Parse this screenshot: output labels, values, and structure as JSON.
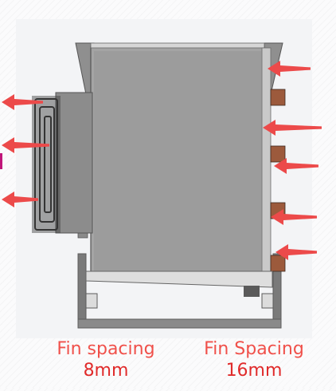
{
  "colors": {
    "arrow": "#ec4a4a",
    "label": "#f0504a",
    "value": "#e02b2b",
    "body": "#a2a2a2",
    "frame": "#6d6d6d",
    "pipe": "#9c5a3c",
    "accent": "#c0167a"
  },
  "labels": {
    "left": {
      "title": "Fin spacing",
      "value": "8mm"
    },
    "right": {
      "title": "Fin Spacing",
      "value": "16mm"
    }
  },
  "arrows": {
    "left_side": [
      "outflow",
      "outflow",
      "outflow"
    ],
    "right_side": [
      "inflow",
      "inflow",
      "inflow",
      "inflow",
      "inflow"
    ]
  }
}
